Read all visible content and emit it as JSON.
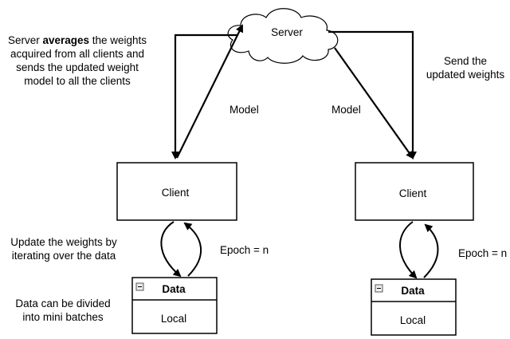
{
  "server": {
    "label": "Server"
  },
  "clients": [
    {
      "label": "Client",
      "data_title": "Data",
      "data_body": "Local",
      "epoch": "Epoch = n"
    },
    {
      "label": "Client",
      "data_title": "Data",
      "data_body": "Local",
      "epoch": "Epoch = n"
    }
  ],
  "edges": {
    "left_model": "Model",
    "right_model": "Model"
  },
  "annotations": {
    "server_note": {
      "line1_prefix": "Server ",
      "line1_bold": "averages",
      "line1_suffix": " the weights",
      "line2": "acquired from all clients and",
      "line3": "sends the updated weight",
      "line4": "model to all  the clients"
    },
    "send_note": {
      "line1": "Send the",
      "line2": "updated weights"
    },
    "update_note": {
      "line1": "Update the weights by",
      "line2": "iterating over the data"
    },
    "batch_note": {
      "line1": "Data can be divided",
      "line2": "into mini batches"
    }
  }
}
